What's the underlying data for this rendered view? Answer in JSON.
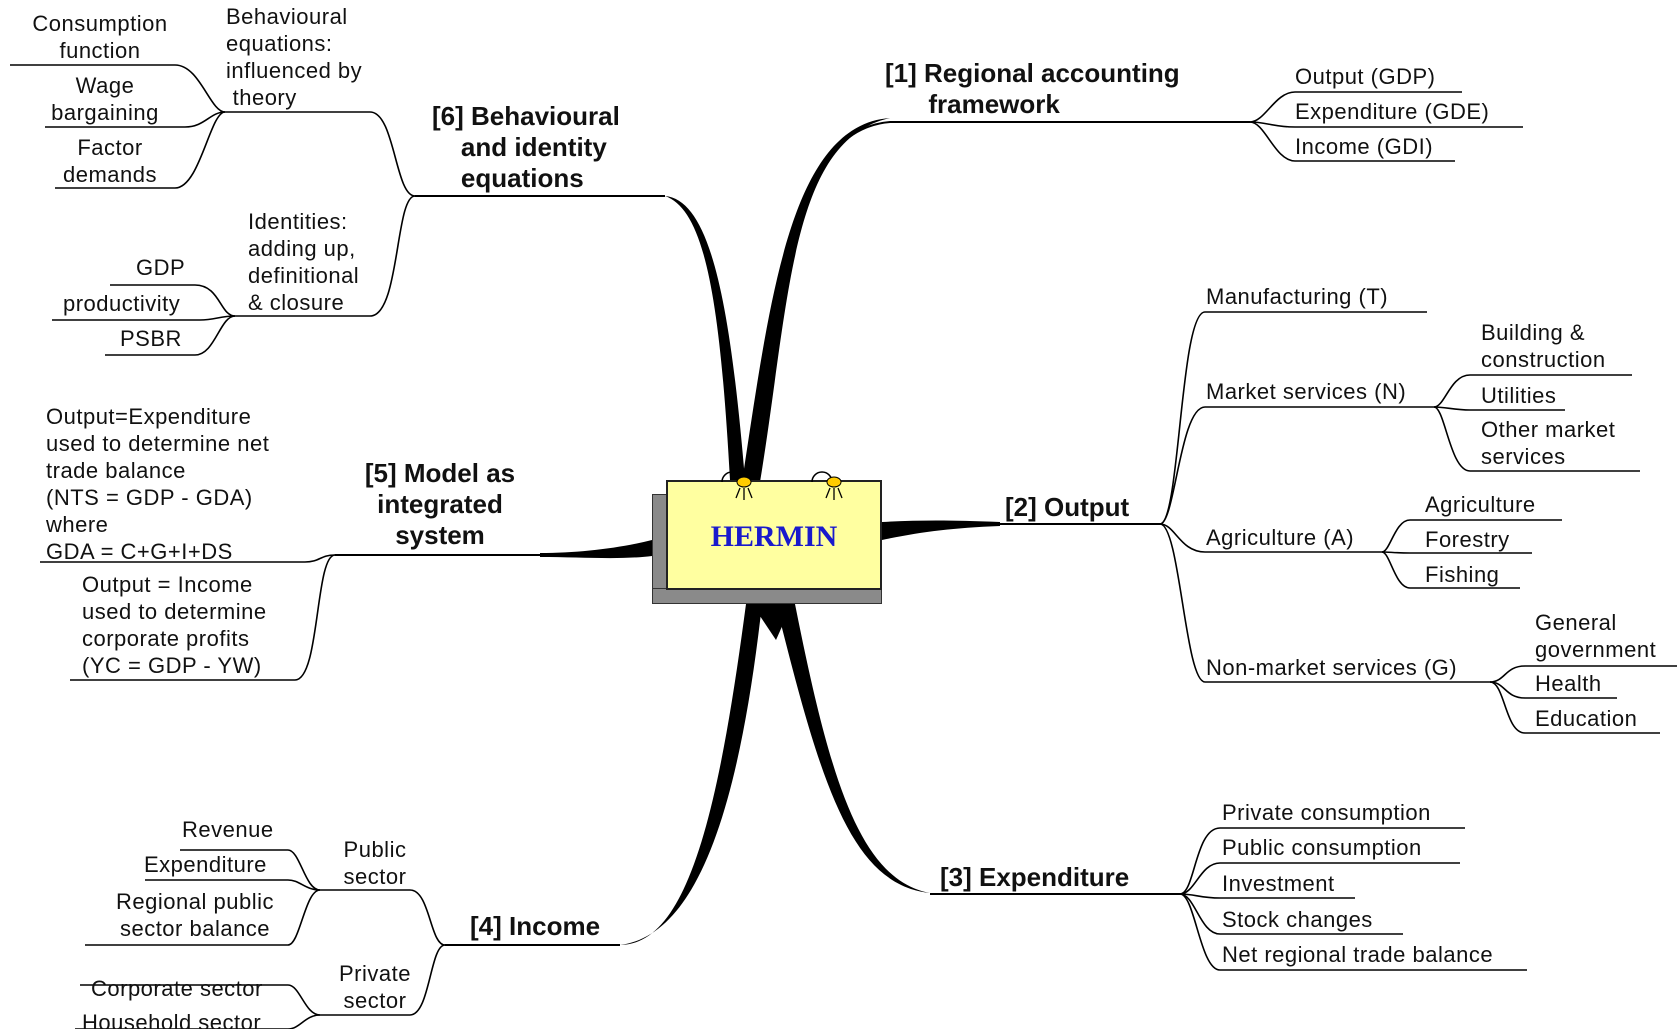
{
  "center": {
    "title": "HERMIN"
  },
  "branches": {
    "b1": {
      "title": "[1] Regional accounting\n      framework",
      "items": [
        "Output (GDP)",
        "Expenditure (GDE)",
        "Income (GDI)"
      ]
    },
    "b2": {
      "title": "[2] Output",
      "sectors": [
        {
          "label": "Manufacturing (T)",
          "items": []
        },
        {
          "label": "Market services (N)",
          "items": [
            "Building &\nconstruction",
            "Utilities",
            "Other market\nservices"
          ]
        },
        {
          "label": "Agriculture (A)",
          "items": [
            "Agriculture",
            "Forestry",
            "Fishing"
          ]
        },
        {
          "label": "Non-market services (G)",
          "items": [
            "General\ngovernment",
            "Health",
            "Education"
          ]
        }
      ]
    },
    "b3": {
      "title": "[3] Expenditure",
      "items": [
        "Private consumption",
        "Public consumption",
        "Investment",
        "Stock changes",
        "Net regional trade balance"
      ]
    },
    "b4": {
      "title": "[4] Income",
      "groups": [
        {
          "label": "Public\nsector",
          "items": [
            "Revenue",
            "Expenditure",
            "Regional public\nsector balance"
          ]
        },
        {
          "label": "Private\nsector",
          "items": [
            "Corporate sector",
            "Household sector"
          ]
        }
      ]
    },
    "b5": {
      "title": "[5] Model as\nintegrated\nsystem",
      "items": [
        "Output=Expenditure\nused to determine net\ntrade balance\n(NTS = GDP - GDA)\nwhere\nGDA = C+G+I+DS",
        "Output = Income\nused to determine\ncorporate profits\n(YC = GDP - YW)"
      ]
    },
    "b6": {
      "title": "[6] Behavioural\n    and identity\n    equations",
      "groups": [
        {
          "label": "Behavioural\nequations:\ninfluenced by\n theory",
          "items": [
            "Consumption\nfunction",
            "Wage\nbargaining",
            "Factor\ndemands"
          ]
        },
        {
          "label": "Identities:\nadding up,\ndefinitional\n& closure",
          "items": [
            "GDP",
            "productivity",
            "PSBR"
          ]
        }
      ]
    }
  }
}
